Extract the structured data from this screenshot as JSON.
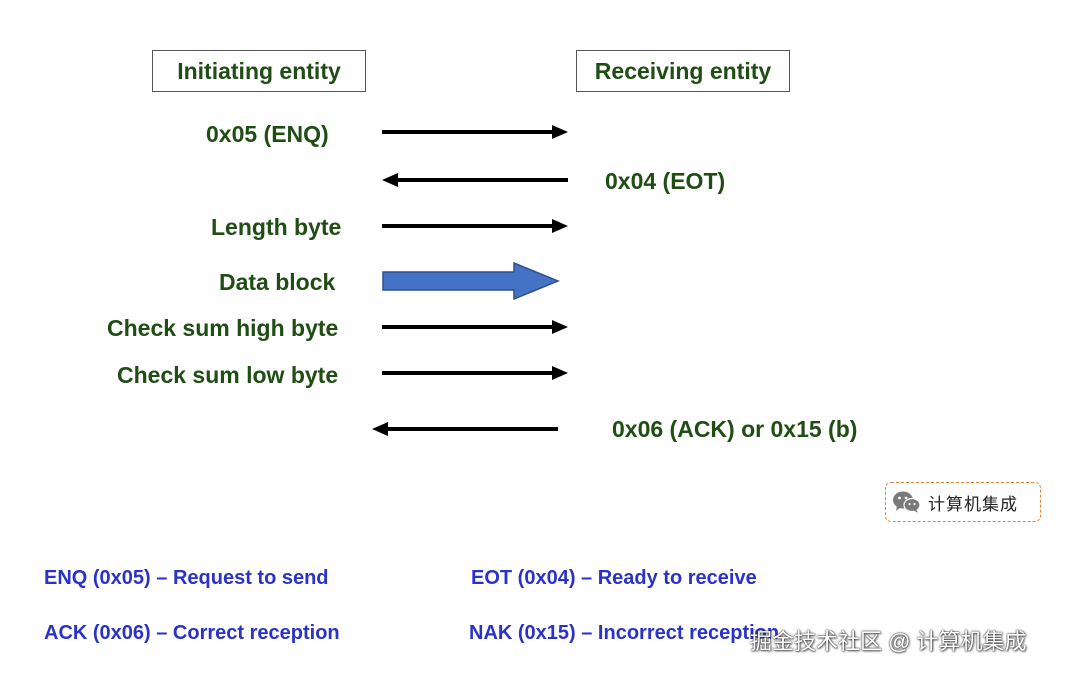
{
  "entities": {
    "initiating": "Initiating entity",
    "receiving": "Receiving entity"
  },
  "steps": [
    {
      "label": "0x05 (ENQ)",
      "direction": "right"
    },
    {
      "label": "0x04 (EOT)",
      "direction": "left"
    },
    {
      "label": "Length byte",
      "direction": "right"
    },
    {
      "label": "Data block",
      "direction": "right",
      "style": "block"
    },
    {
      "label": "Check sum high byte",
      "direction": "right"
    },
    {
      "label": "Check sum low byte",
      "direction": "right"
    },
    {
      "label": "0x06 (ACK) or 0x15 (b)",
      "direction": "left"
    }
  ],
  "badge": {
    "icon": "wechat-icon",
    "text": "计算机集成"
  },
  "legend": [
    {
      "text": "ENQ (0x05) – Request to send"
    },
    {
      "text": "EOT (0x04) – Ready to receive"
    },
    {
      "text": "ACK (0x06) – Correct reception"
    },
    {
      "text": "NAK (0x15) – Incorrect reception"
    }
  ],
  "watermark": "掘金技术社区 @ 计算机集成",
  "colors": {
    "label_text": "#1f4d14",
    "legend_text": "#2a32c8",
    "arrow": "#000000",
    "block_arrow_fill": "#4472c4",
    "block_arrow_stroke": "#2f528f",
    "badge_border": "#e8823a"
  }
}
